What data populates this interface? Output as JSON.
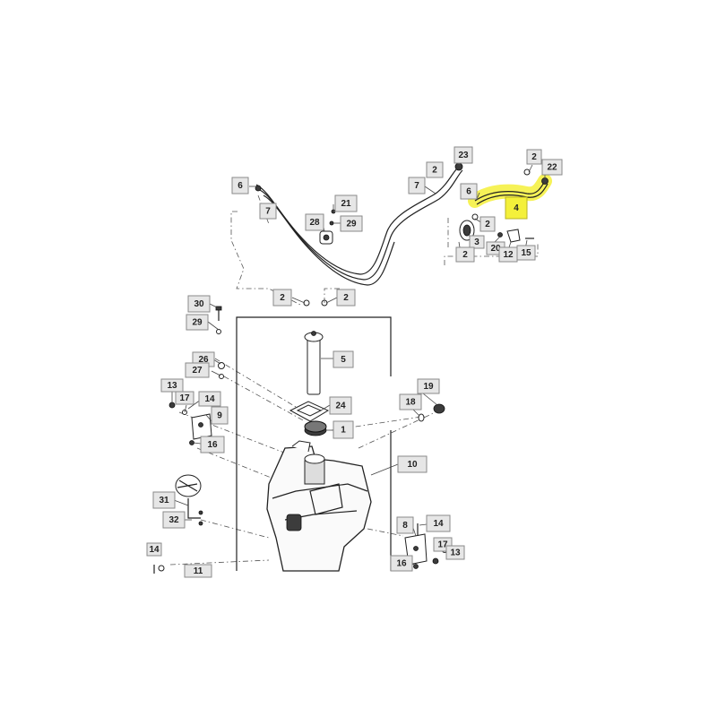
{
  "diagram": {
    "callouts": [
      {
        "id": "c23",
        "label": "23"
      },
      {
        "id": "c2a",
        "label": "2"
      },
      {
        "id": "c2b",
        "label": "2"
      },
      {
        "id": "c22",
        "label": "22"
      },
      {
        "id": "c6a",
        "label": "6"
      },
      {
        "id": "c7a",
        "label": "7"
      },
      {
        "id": "c7b",
        "label": "7"
      },
      {
        "id": "c6b",
        "label": "6"
      },
      {
        "id": "c4",
        "label": "4",
        "highlighted": true
      },
      {
        "id": "c21",
        "label": "21"
      },
      {
        "id": "c28",
        "label": "28"
      },
      {
        "id": "c29a",
        "label": "29"
      },
      {
        "id": "c2c",
        "label": "2"
      },
      {
        "id": "c3",
        "label": "3"
      },
      {
        "id": "c20",
        "label": "20"
      },
      {
        "id": "c12",
        "label": "12"
      },
      {
        "id": "c15",
        "label": "15"
      },
      {
        "id": "c2d",
        "label": "2"
      },
      {
        "id": "c2e",
        "label": "2"
      },
      {
        "id": "c2f",
        "label": "2"
      },
      {
        "id": "c30",
        "label": "30"
      },
      {
        "id": "c29b",
        "label": "29"
      },
      {
        "id": "c5",
        "label": "5"
      },
      {
        "id": "c26",
        "label": "26"
      },
      {
        "id": "c27",
        "label": "27"
      },
      {
        "id": "c13a",
        "label": "13"
      },
      {
        "id": "c17a",
        "label": "17"
      },
      {
        "id": "c14a",
        "label": "14"
      },
      {
        "id": "c9",
        "label": "9"
      },
      {
        "id": "c16a",
        "label": "16"
      },
      {
        "id": "c24",
        "label": "24"
      },
      {
        "id": "c1",
        "label": "1"
      },
      {
        "id": "c19",
        "label": "19"
      },
      {
        "id": "c18",
        "label": "18"
      },
      {
        "id": "c10",
        "label": "10"
      },
      {
        "id": "c31",
        "label": "31"
      },
      {
        "id": "c32",
        "label": "32"
      },
      {
        "id": "c8",
        "label": "8"
      },
      {
        "id": "c14b",
        "label": "14"
      },
      {
        "id": "c17b",
        "label": "17"
      },
      {
        "id": "c13b",
        "label": "13"
      },
      {
        "id": "c16b",
        "label": "16"
      },
      {
        "id": "c14c",
        "label": "14"
      },
      {
        "id": "c11",
        "label": "11"
      }
    ],
    "highlight_color": "#f4f03a"
  }
}
